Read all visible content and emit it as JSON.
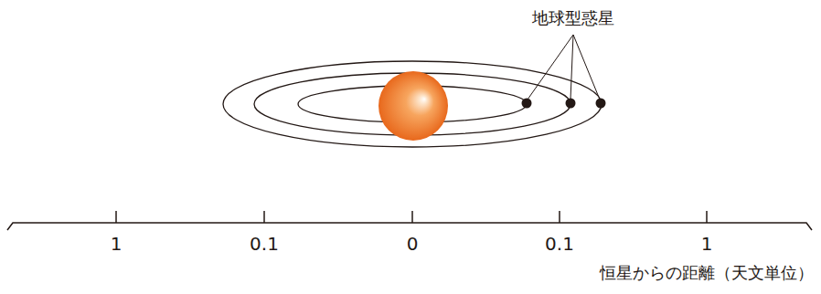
{
  "diagram": {
    "labels": [
      "地球型惑星",
      "1",
      "0.1",
      "0",
      "0.1",
      "1",
      "恒星からの距離（天文単位）"
    ]
  }
}
